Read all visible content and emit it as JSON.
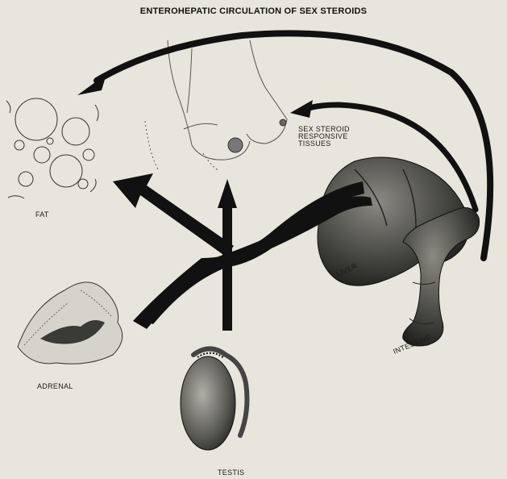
{
  "title": "ENTEROHEPATIC CIRCULATION OF SEX STEROIDS",
  "labels": {
    "sex_steroid_line1": "SEX STEROID",
    "sex_steroid_line2": "RESPONSIVE",
    "sex_steroid_line3": "TISSUES",
    "fat": "FAT",
    "liver": "LIVER",
    "intestine": "INTESTINE",
    "adrenal": "ADRENAL",
    "testis": "TESTIS"
  },
  "colors": {
    "background": "#e8e6dc",
    "ink": "#111111",
    "organ_dark": "#3a3a3a",
    "organ_mid": "#7a7a72"
  },
  "icons": {
    "fat": "fat-tissue-illustration",
    "breast": "breast-illustration",
    "liver": "liver-illustration",
    "intestine": "intestine-illustration",
    "adrenal": "adrenal-gland-illustration",
    "testis": "testis-illustration"
  }
}
